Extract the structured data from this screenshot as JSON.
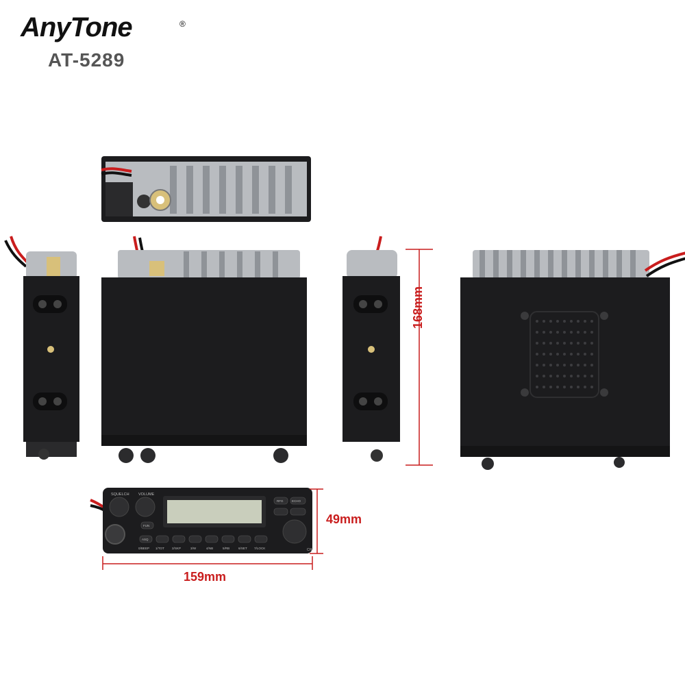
{
  "brand": {
    "logo_text": "AnyTone",
    "registered_mark": "®",
    "model": "AT-5289"
  },
  "dimensions": {
    "depth": "168mm",
    "height": "49mm",
    "width": "159mm"
  },
  "front_panel": {
    "knob_labels": [
      "SQUELCH",
      "VOLUME"
    ],
    "button_labels": [
      "ASQ",
      "FUN",
      "RFG",
      "ECHO"
    ],
    "key_labels": [
      "0/BEEP",
      "1/TOT",
      "2/SKP",
      "3/W",
      "4/NB",
      "5/RB",
      "6/SET",
      "7/LOCK"
    ],
    "side_label": "CH"
  },
  "colors": {
    "accent": "#c91d1d",
    "body": "#1c1c1e",
    "heatsink": "#b9bcc0"
  }
}
